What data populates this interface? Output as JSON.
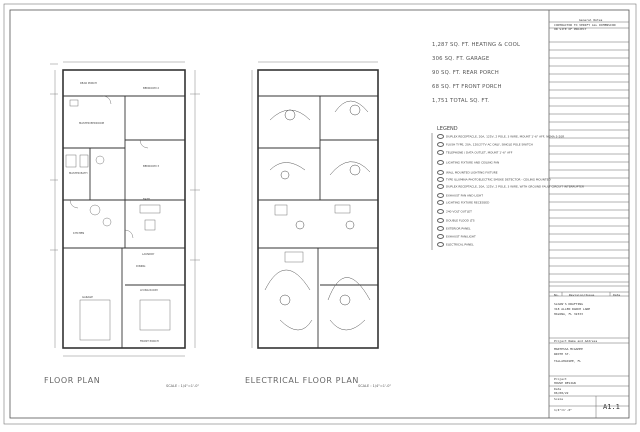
{
  "sheet": {
    "plan_titles": {
      "floor": "FLOOR PLAN",
      "electrical": "ELECTRICAL FLOOR PLAN"
    },
    "scales": {
      "floor": "SCALE : 1/4\"=1'-0\"",
      "electrical": "SCALE : 1/4\"=1'-0\""
    }
  },
  "areas": [
    "1,287 SQ. FT. HEATING & COOL",
    "306 SQ. FT. GARAGE",
    "90 SQ. FT. REAR PORCH",
    "68 SQ. FT FRONT PORCH",
    "1,751 TOTAL SQ. FT."
  ],
  "legend": {
    "title": "LEGEND",
    "items": [
      "DUPLEX RECEPTACLE, 20A, 125V, 2 POLE, 3 WIRE, MOUNT 1'-6\" AFF, NEMA 5-20R",
      "FLUSH TYPE, 20A, 120/277V AC ONLY, SINGLE POLE SWITCH",
      "TELEPHONE / DATA OUTLET, MOUNT 1'-6\" AFF",
      "LIGHTING FIXTURE AND CEILING FAN",
      "WALL MOUNTED LIGHTING FIXTURE",
      "TYPE ILLUMINA PHOTOELECTRIC SMOKE DETECTOR - CEILING MOUNTED",
      "DUPLEX RECEPTACLE, 20A, 125V, 2 POLE, 3 WIRE, WITH GROUND FAULT CIRCUIT INTERRUPTER",
      "EXHAUST FAN AND LIGHT",
      "LIGHTING FIXTURE RECESSED",
      "240 VOLT OUTLET",
      "DOUBLE FLOOD LTS",
      "EXTERIOR PANEL",
      "EXHAUST FAN/LIGHT",
      "ELECTRICAL PANEL"
    ]
  },
  "title_block": {
    "general_notes_title": "General Notes",
    "general_notes": "CONTRACTOR TO VERIFY ALL DIMENSION ON SITE OF PROJECT",
    "revision_headers": [
      "No.",
      "Revision/Issue",
      "Date"
    ],
    "firm_name": "SLOAN'S DRAFTING",
    "firm_address_1": "318 ALLEN RANCH LANE",
    "firm_address_2": "HAVANA, FL 32333",
    "client_label": "Project Name and Address",
    "client_name": "MARTESSA MCGAHEE",
    "client_address_1": "WIDTH ST.",
    "client_address_2": "TALLAHASSEE, FL",
    "project_label": "Project",
    "project_value": "HOUSE DESIGN",
    "date_label": "Date",
    "date_value": "06/08/22",
    "scale_label": "Scale",
    "scale_value": "1/4\"=1'-0\"",
    "sheet_number": "A1.1"
  },
  "rooms": {
    "rear_porch": "REAR PORCH",
    "bedroom_2": "BEDROOM 2",
    "master_bedroom": "MASTER BEDROOM",
    "master_bath": "MASTER BATH",
    "bedroom_3": "BEDROOM 3",
    "laundry": "LAUNDRY",
    "kitchen": "KITCHEN",
    "dining": "DINING",
    "bath": "BATH",
    "living_room": "LIVING ROOM",
    "garage": "GARAGE",
    "front_porch": "FRONT PORCH"
  }
}
